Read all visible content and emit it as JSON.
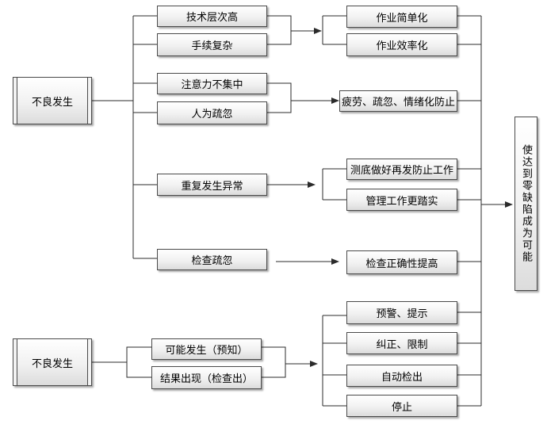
{
  "source_1": "不良发生",
  "source_2": "不良发生",
  "causes": {
    "tech_level": "技术层次高",
    "procedure": "手续复杂",
    "attention": "注意力不集中",
    "human_neglect": "人为疏忽",
    "repeat_abnormal": "重复发生异常",
    "inspect_neglect": "检查疏忽",
    "possible": "可能发生（预知）",
    "result": "结果出现（检查出）"
  },
  "measures": {
    "simplify": "作业简单化",
    "efficient": "作业效率化",
    "fatigue": "疲劳、疏忽、情绪化防止",
    "prevent_work": "测底做好再发防止工作",
    "management": "管理工作更踏实",
    "inspect_accuracy": "检查正确性提高",
    "warning": "预警、提示",
    "correct": "纠正、限制",
    "auto_detect": "自动检出",
    "stop": "停止"
  },
  "goal": "使达到零缺陷成为可能",
  "colors": {
    "line": "#2b2b2b",
    "border": "#4a4a4a"
  }
}
